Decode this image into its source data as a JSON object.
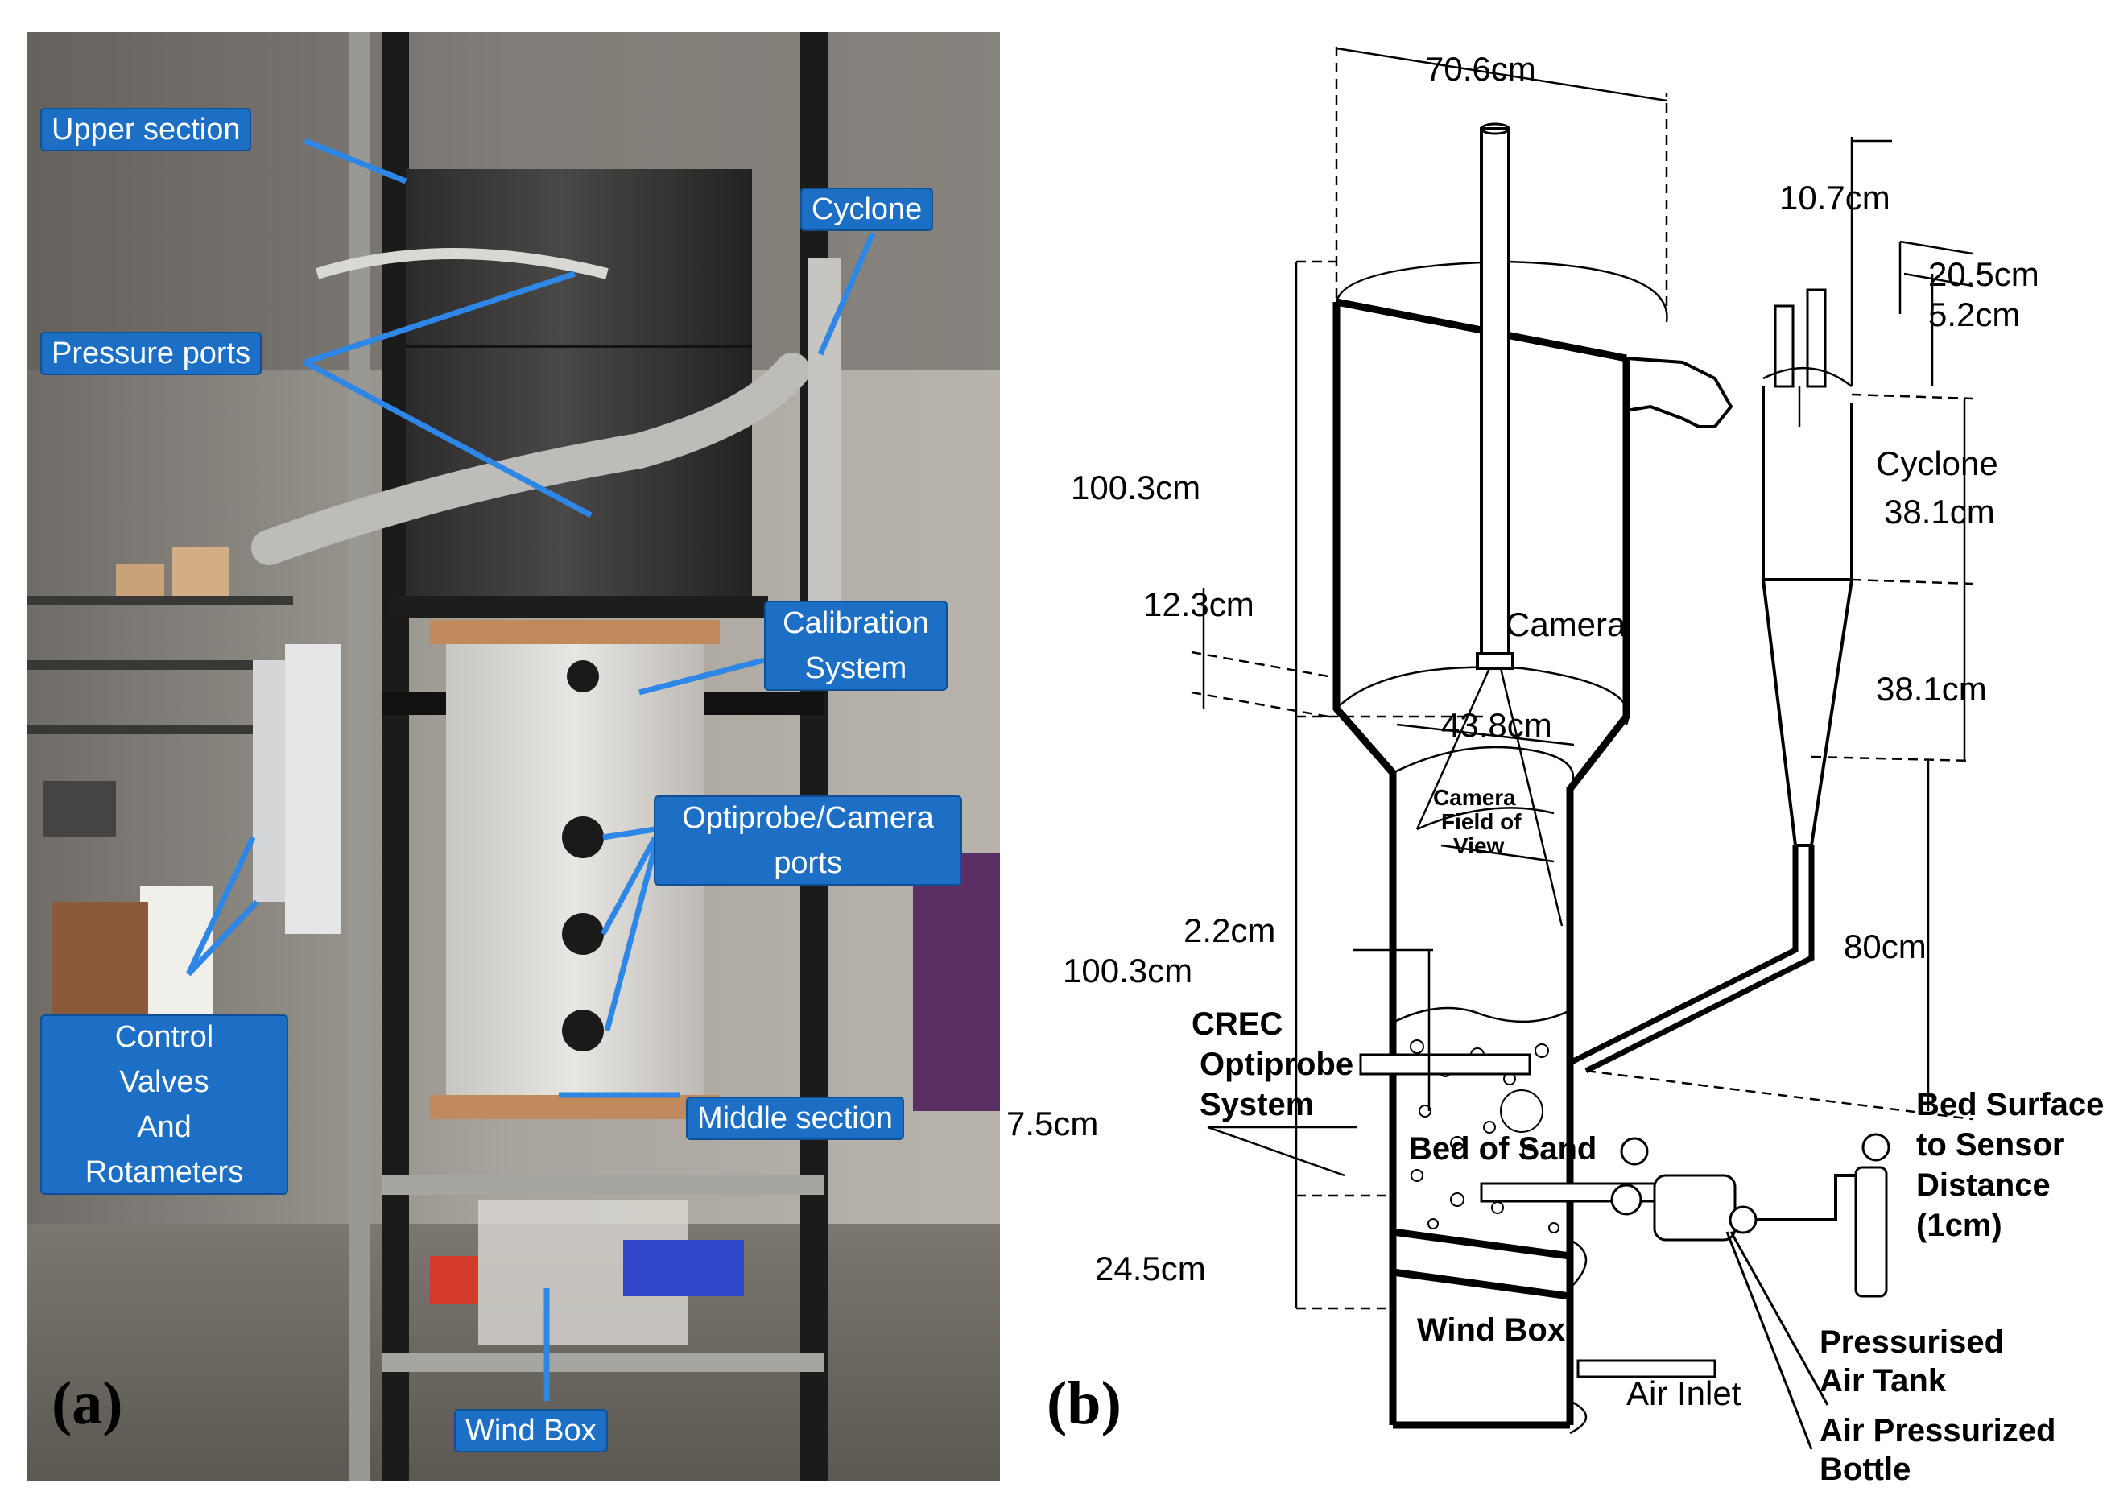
{
  "panel_a": {
    "letter": "(a)",
    "callouts": {
      "upper_section": "Upper section",
      "cyclone": "Cyclone",
      "pressure_ports": "Pressure ports",
      "calibration_line1": "Calibration",
      "calibration_line2": "System",
      "optiprobe_line1": "Optiprobe/Camera",
      "optiprobe_line2": "ports",
      "control_line1": "Control",
      "control_line2": "Valves",
      "control_line3": "And",
      "control_line4": "Rotameters",
      "middle_section": "Middle section",
      "wind_box": "Wind Box"
    },
    "callout_color": "#1c6fc4"
  },
  "panel_b": {
    "letter": "(b)",
    "dims": {
      "d70_6": "70.6cm",
      "d10_7": "10.7cm",
      "d20_5": "20.5cm",
      "d5_2": "5.2cm",
      "d100_3_top": "100.3cm",
      "d12_3": "12.3cm",
      "d43_8": "43.8cm",
      "d38_1_a": "38.1cm",
      "d38_1_b": "38.1cm",
      "d80": "80cm",
      "d2_2": "2.2cm",
      "d100_3_mid": "100.3cm",
      "d7_5": "7.5cm",
      "d24_5": "24.5cm"
    },
    "labels": {
      "camera": "Camera",
      "cam_fov_1": "Camera",
      "cam_fov_2": "Field of",
      "cam_fov_3": "View",
      "cyclone": "Cyclone",
      "crec_1": "CREC",
      "crec_2": "Optiprobe",
      "crec_3": "System",
      "bed_of_sand": "Bed of Sand",
      "wind_box": "Wind Box",
      "air_inlet": "Air Inlet",
      "bed_1": "Bed Surface",
      "bed_2": "to Sensor",
      "bed_3": "Distance",
      "bed_4": "(1cm)",
      "tank_1": "Pressurised",
      "tank_2": "Air Tank",
      "bottle_1": "Air Pressurized",
      "bottle_2": "Bottle"
    }
  }
}
